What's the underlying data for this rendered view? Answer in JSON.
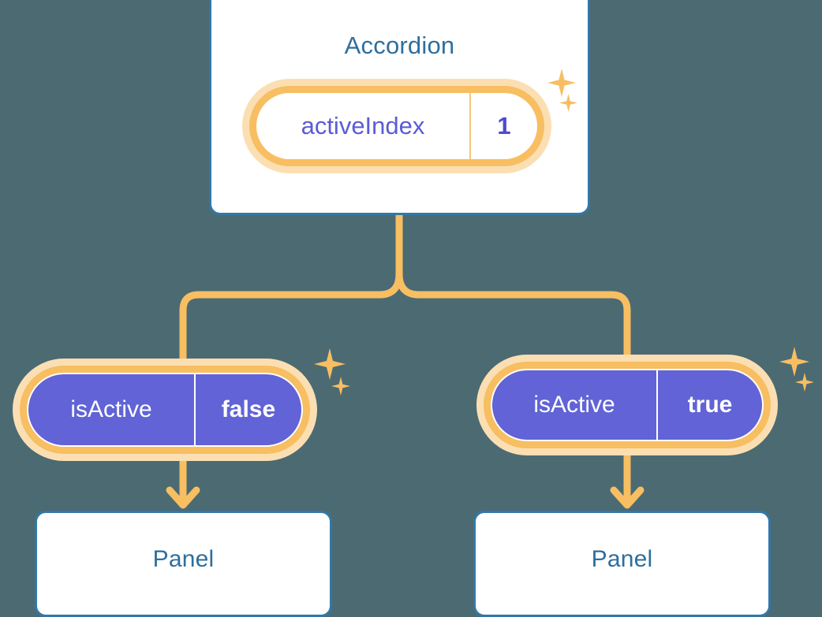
{
  "background_color": "#4C6A72",
  "palette": {
    "card_border": "#3178A8",
    "card_bg": "#FFFFFF",
    "title_text": "#2E6E9E",
    "accent_orange": "#F7BE62",
    "accent_orange_soft": "#FBDFB2",
    "state_purple": "#6163D6",
    "indigo_text": "#5B5BD6",
    "white_text": "#FFFFFF"
  },
  "diagram": {
    "type": "component-state-tree",
    "root": {
      "title": "Accordion",
      "state_pill": {
        "key": "activeIndex",
        "value": "1",
        "style": "white-pill-indigo-text",
        "highlighted": true
      }
    },
    "children": [
      {
        "state_pill": {
          "key": "isActive",
          "value": "false",
          "style": "purple-pill-white-text",
          "highlighted": true
        },
        "card": {
          "title": "Panel"
        }
      },
      {
        "state_pill": {
          "key": "isActive",
          "value": "true",
          "style": "purple-pill-white-text",
          "highlighted": true
        },
        "card": {
          "title": "Panel"
        }
      }
    ]
  },
  "icons": {
    "sparkle_large": "sparkle-icon",
    "sparkle_small": "sparkle-icon",
    "arrow": "arrow-down-icon"
  }
}
